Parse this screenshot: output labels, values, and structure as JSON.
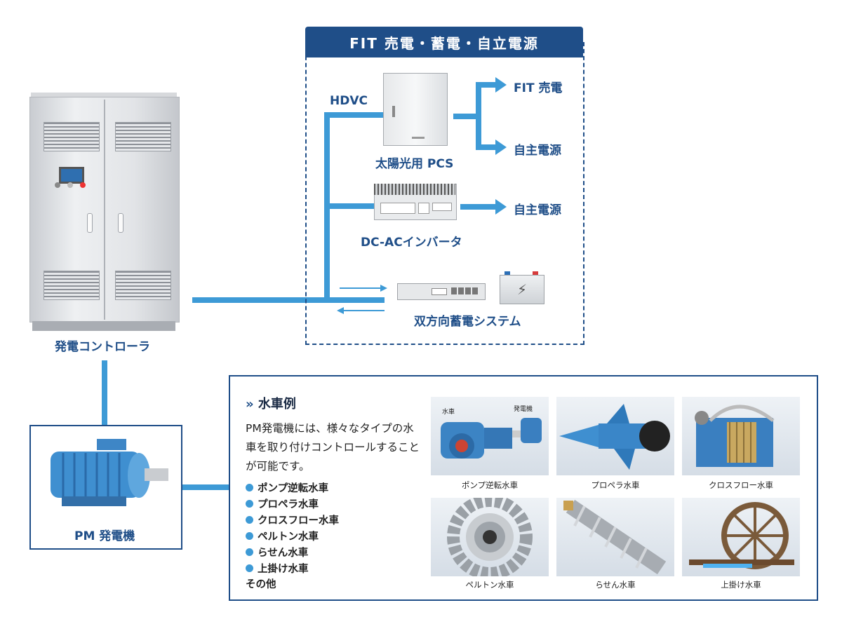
{
  "controller": {
    "label": "発電コントローラ"
  },
  "storage_box": {
    "title": "FIT 売電・蓄電・自立電源",
    "bus_label": "HDVC",
    "pcs_label": "太陽光用 PCS",
    "pcs_out_1": "FIT 売電",
    "pcs_out_2": "自主電源",
    "inverter_label": "DC-ACインバータ",
    "inverter_out": "自主電源",
    "storage_label": "双方向蓄電システム"
  },
  "generator": {
    "label": "PM 発電機"
  },
  "water_wheels": {
    "title": "水車例",
    "description": "PM発電機には、様々なタイプの水車を取り付けコントロールすることが可能です。",
    "items": [
      "ポンプ逆転水車",
      "プロペラ水車",
      "クロスフロー水車",
      "ペルトン水車",
      "らせん水車",
      "上掛け水車"
    ],
    "other": "その他",
    "thumbnails": [
      {
        "caption": "ポンプ逆転水車",
        "tag_left": "水車",
        "tag_right": "発電機"
      },
      {
        "caption": "プロペラ水車"
      },
      {
        "caption": "クロスフロー水車"
      },
      {
        "caption": "ペルトン水車"
      },
      {
        "caption": "らせん水車"
      },
      {
        "caption": "上掛け水車"
      }
    ]
  },
  "colors": {
    "line": "#3d9ad6",
    "navy": "#1f4e88"
  }
}
